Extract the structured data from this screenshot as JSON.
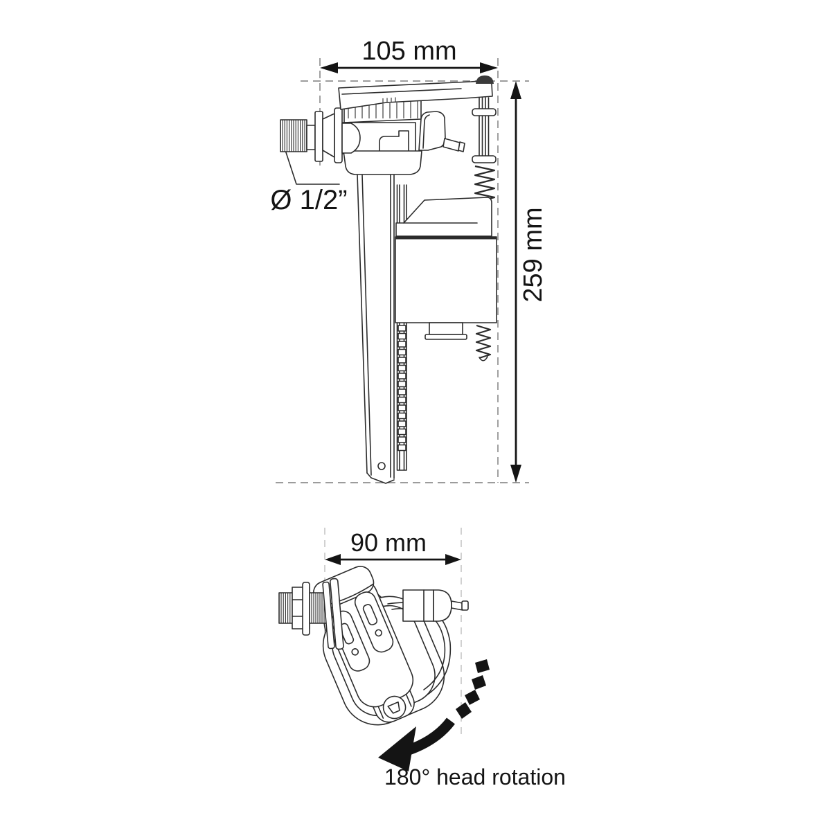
{
  "figures": {
    "side_view": {
      "width_label": "105 mm",
      "height_label": "259 mm",
      "thread_label": "Ø 1/2”"
    },
    "head_view": {
      "width_label": "90 mm",
      "rotation_label": "180° head rotation"
    }
  },
  "colors": {
    "background": "#ffffff",
    "drawing_line": "#2b2b2b",
    "dimension": "#141414",
    "construction_dash": "#8f8f8f",
    "construction_dash_light": "#c9c9c9",
    "cap_fill": "#3a3a3a"
  }
}
